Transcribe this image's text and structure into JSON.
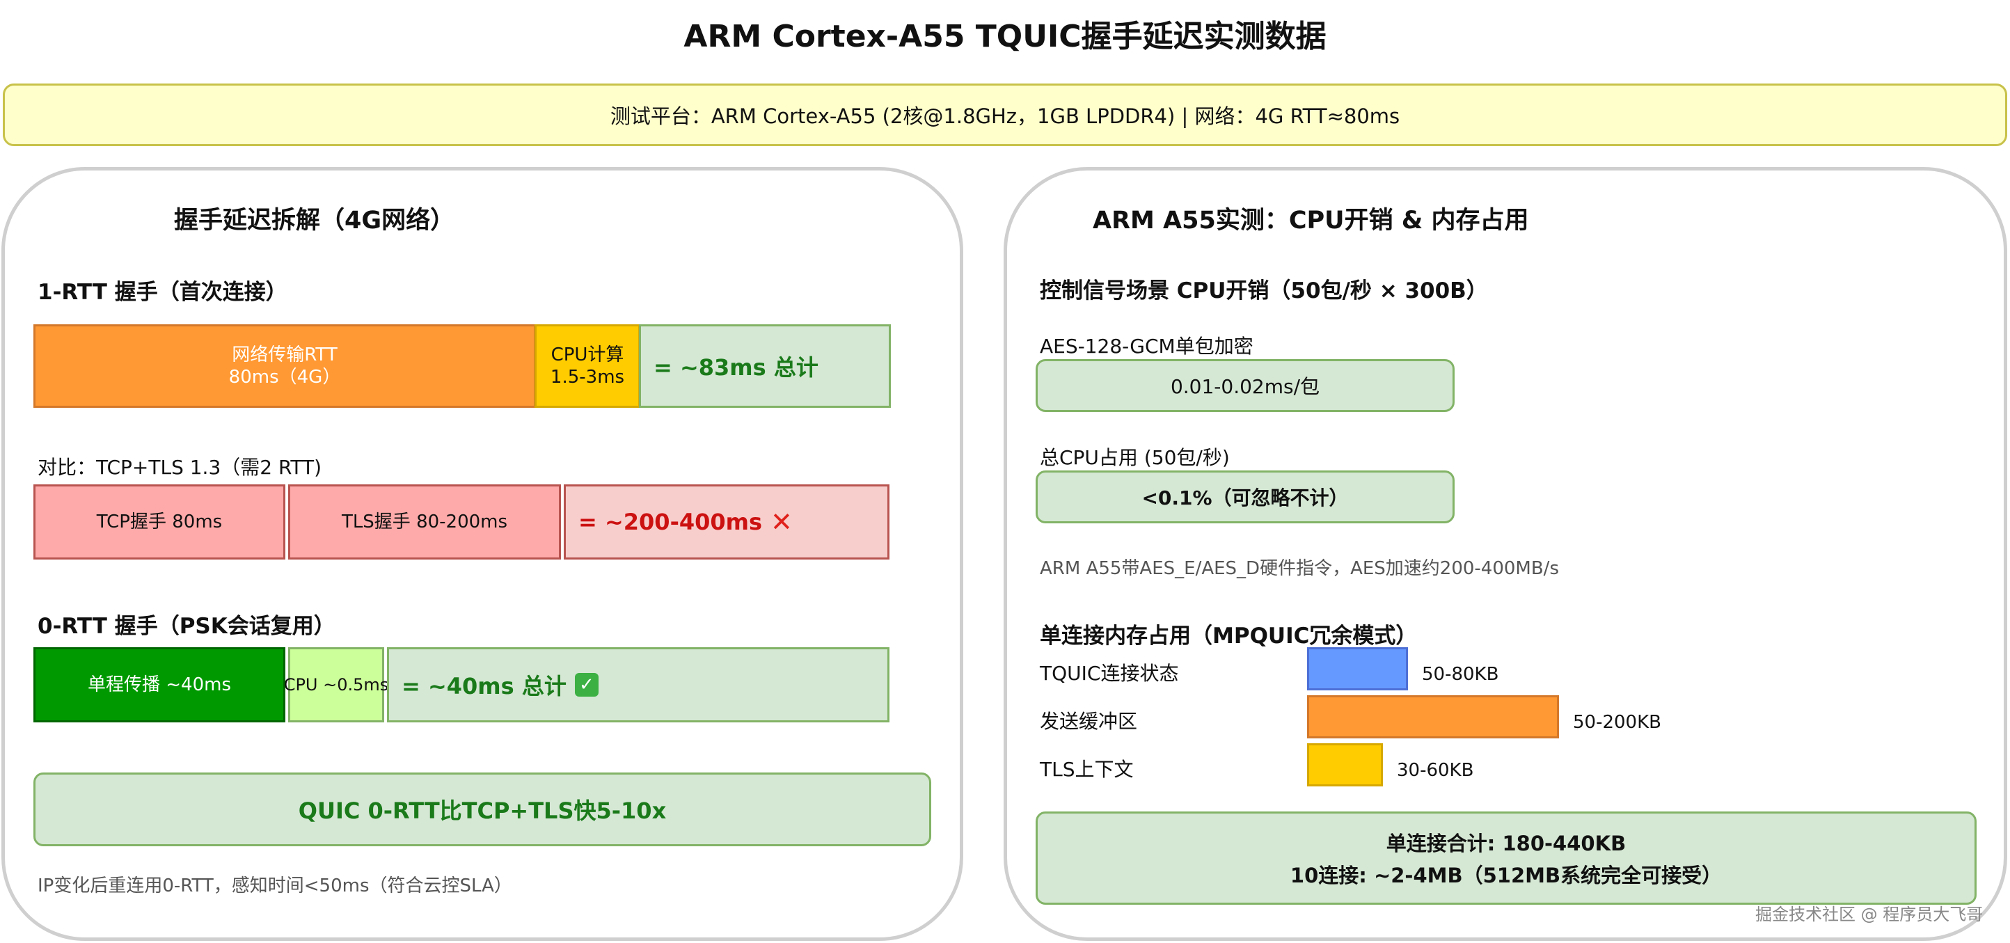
{
  "title": "ARM Cortex-A55 TQUIC握手延迟实测数据",
  "banner": "测试平台：ARM Cortex-A55 (2核@1.8GHz，1GB LPDDR4) | 网络：4G RTT≈80ms",
  "left": {
    "heading": "握手延迟拆解（4G网络）",
    "rtt1": {
      "heading": "1-RTT 握手（首次连接）",
      "net": "网络传输RTT\n80ms（4G）",
      "cpu": "CPU计算\n1.5-3ms",
      "total": "= ~83ms 总计"
    },
    "compare": {
      "heading": "对比：TCP+TLS 1.3（需2 RTT)",
      "tcp": "TCP握手 80ms",
      "tls": "TLS握手 80-200ms",
      "total": "= ~200-400ms",
      "mark": "✕"
    },
    "rtt0": {
      "heading": "0-RTT 握手（PSK会话复用）",
      "oneway": "单程传播 ~40ms",
      "cpu": "CPU ~0.5ms",
      "total": "= ~40ms 总计",
      "mark": "✓"
    },
    "summary": "QUIC 0-RTT比TCP+TLS快5-10x",
    "note": "IP变化后重连用0-RTT，感知时间<50ms（符合云控SLA）"
  },
  "right": {
    "heading": "ARM A55实测：CPU开销 & 内存占用",
    "cpu": {
      "heading": "控制信号场景 CPU开销（50包/秒 × 300B）",
      "aes_label": "AES-128-GCM单包加密",
      "aes_value": "0.01-0.02ms/包",
      "total_label": "总CPU占用 (50包/秒)",
      "total_value": "<0.1%（可忽略不计）",
      "note": "ARM A55带AES_E/AES_D硬件指令，AES加速约200-400MB/s"
    },
    "memory": {
      "heading": "单连接内存占用（MPQUIC冗余模式）",
      "items": [
        {
          "label": "TQUIC连接状态",
          "value": "50-80KB",
          "fill": 0.4
        },
        {
          "label": "发送缓冲区",
          "value": "50-200KB",
          "fill": 1.0
        },
        {
          "label": "TLS上下文",
          "value": "30-60KB",
          "fill": 0.3
        }
      ],
      "colors": [
        "#6699ff",
        "#ff9933",
        "#ffcc00"
      ],
      "total_line1": "单连接合计: 180-440KB",
      "total_line2": "10连接: ~2-4MB（512MB系统完全可接受）"
    }
  },
  "watermark": "掘金技术社区 @ 程序员大飞哥"
}
